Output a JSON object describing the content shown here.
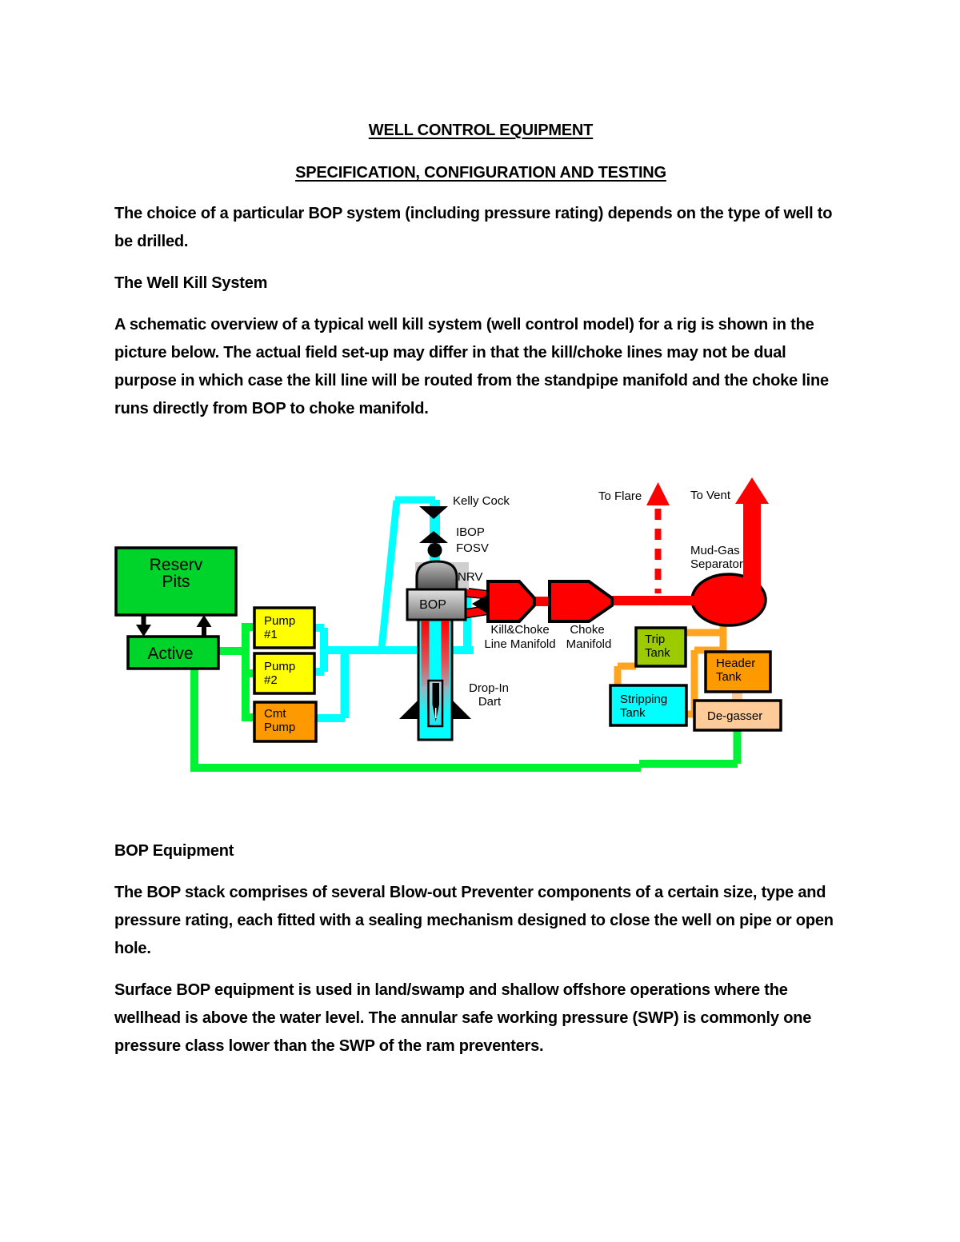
{
  "document": {
    "title": "WELL CONTROL EQUIPMENT",
    "subtitle": "SPECIFICATION, CONFIGURATION AND TESTING",
    "para1": "The choice of a particular BOP system (including pressure rating) depends on the type of well to be drilled.",
    "heading1": "The Well Kill System",
    "para2": "A schematic overview of a typical well kill system (well control model) for a rig is shown in the picture below. The actual field set-up may differ in that the kill/choke lines may not be dual purpose in which case the kill line will be routed from the standpipe manifold and the choke line runs directly from BOP to choke manifold.",
    "heading2": "BOP Equipment",
    "para3": "The BOP stack comprises of several Blow-out Preventer components of a certain size, type and pressure rating, each fitted with a sealing mechanism designed to close the well on pipe or open hole.",
    "para4": "Surface BOP equipment is used in land/swamp and shallow offshore operations where the wellhead is above the water level. The annular safe working pressure (SWP) is commonly one pressure class lower than the SWP of the ram preventers."
  },
  "diagram": {
    "labels": {
      "reserv_pits": [
        "Reserv",
        "Pits"
      ],
      "active": "Active",
      "pump1": [
        "Pump",
        "#1"
      ],
      "pump2": [
        "Pump",
        "#2"
      ],
      "cmt_pump": [
        "Cmt",
        "Pump"
      ],
      "kelly_cock": "Kelly Cock",
      "ibop": "IBOP",
      "fosv": "FOSV",
      "nrv": "NRV",
      "bop": "BOP",
      "kill_choke_manifold": [
        "Kill&Choke",
        "Line Manifold"
      ],
      "choke_manifold": [
        "Choke",
        "Manifold"
      ],
      "drop_in_dart": [
        "Drop-In",
        "Dart"
      ],
      "to_flare": "To Flare",
      "to_vent": "To Vent",
      "mud_gas_separator": [
        "Mud-Gas",
        "Separator"
      ],
      "trip_tank": [
        "Trip",
        "Tank"
      ],
      "header_tank": [
        "Header",
        "Tank"
      ],
      "stripping_tank": [
        "Stripping",
        "Tank"
      ],
      "degasser": "De-gasser"
    },
    "colors": {
      "box_green": "#00d32a",
      "line_green": "#00f235",
      "pump_yellow": "#ffff00",
      "orange": "#ff9900",
      "trip_tank_green": "#9ccb00",
      "cyan": "#00ffff",
      "degasser_tan": "#ffcc99",
      "line_orange": "#ffa41e",
      "red": "#ff0000"
    }
  }
}
